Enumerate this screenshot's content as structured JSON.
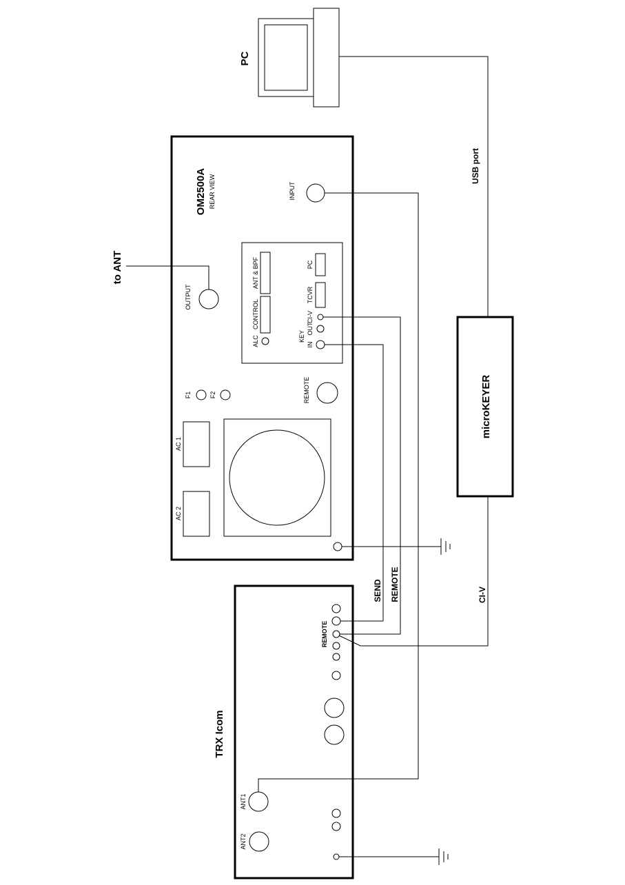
{
  "pc": {
    "label": "PC"
  },
  "amplifier": {
    "model": "OM2500A",
    "subtitle": "REAR VIEW",
    "output_label": "OUTPUT",
    "input_label": "INPUT",
    "remote_label": "REMOTE",
    "f1_label": "F1",
    "f2_label": "F2",
    "ac1_label": "AC 1",
    "ac2_label": "AC 2",
    "panel": {
      "alc": "ALC",
      "control": "CONTROL",
      "ant_bpf": "ANT & BPF",
      "key": "KEY",
      "in": "IN",
      "out": "OUT",
      "civ": "CI-V",
      "tcvr": "TCVR",
      "pc": "PC"
    }
  },
  "antenna": {
    "label": "to ANT"
  },
  "microkeyer": {
    "label": "microKEYER"
  },
  "transceiver": {
    "label": "TRX  Icom",
    "remote_label": "REMOTE",
    "ant1_label": "ANT1",
    "ant2_label": "ANT2"
  },
  "wires": {
    "usb": "USB port",
    "civ": "CI-V",
    "send": "SEND",
    "remote": "REMOTE"
  }
}
